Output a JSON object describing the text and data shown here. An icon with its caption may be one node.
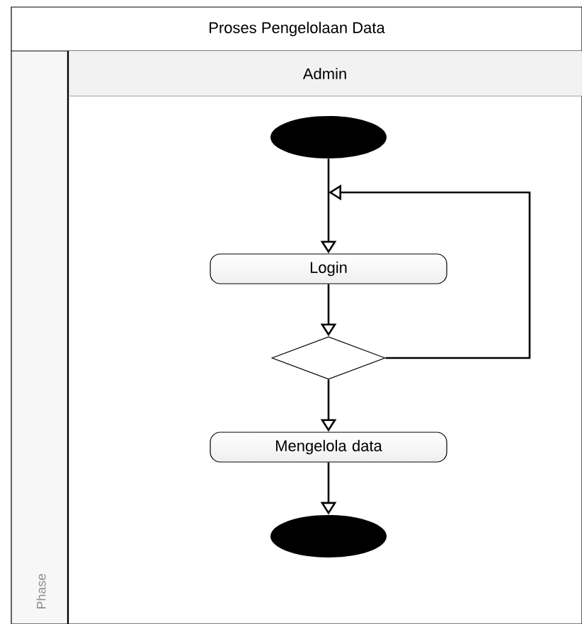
{
  "diagram": {
    "nodes": [
      {
        "text": [
          "Proses Pengelolaan Data"
        ]
      },
      {
        "text": [
          "Admin"
        ],
        "in": 0
      },
      {
        "text": [],
        "shape": "circle",
        "in": 1
      },
      {
        "text": [
          "Login"
        ],
        "in": 1
      },
      {
        "text": [],
        "shape": "diamond",
        "in": 1
      },
      {
        "text": [
          "Mengelola data"
        ],
        "in": 1
      },
      {
        "text": [],
        "shape": "circle",
        "in": 1
      }
    ],
    "edges": [
      {
        "from": 2,
        "to": 3,
        "arrow": "to"
      },
      {
        "from": 3,
        "to": 4,
        "arrow": "to"
      },
      {
        "from": 4,
        "to": 5,
        "arrow": "to"
      },
      {
        "from": 5,
        "to": 6,
        "arrow": "to"
      },
      {
        "from": 4,
        "to": null,
        "arrow": "to"
      }
    ],
    "labels": [
      "Phase"
    ]
  }
}
